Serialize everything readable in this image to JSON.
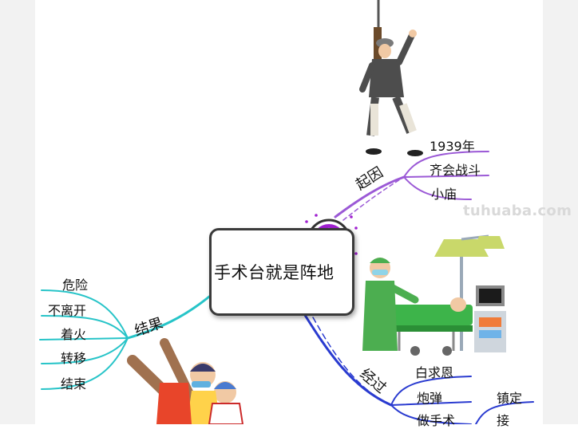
{
  "central_topic": "手术台就是阵地",
  "watermark": "tuhuaba.com",
  "branches": {
    "cause": {
      "label": "起因",
      "color": "#9b59d6",
      "children": [
        "1939年",
        "齐会战斗",
        "小庙"
      ]
    },
    "result": {
      "label": "结果",
      "color": "#27c4c8",
      "children": [
        "危险",
        "不离开",
        "着火",
        "转移",
        "结束"
      ]
    },
    "process": {
      "label": "经过",
      "color": "#2a3bd0",
      "children": [
        "白求恩",
        "炮弹",
        "做手术"
      ],
      "sub_children": [
        "镇定",
        "接"
      ]
    }
  },
  "icons": [
    "clock-icon",
    "soldier-illustration",
    "surgery-illustration",
    "firefighters-illustration"
  ]
}
